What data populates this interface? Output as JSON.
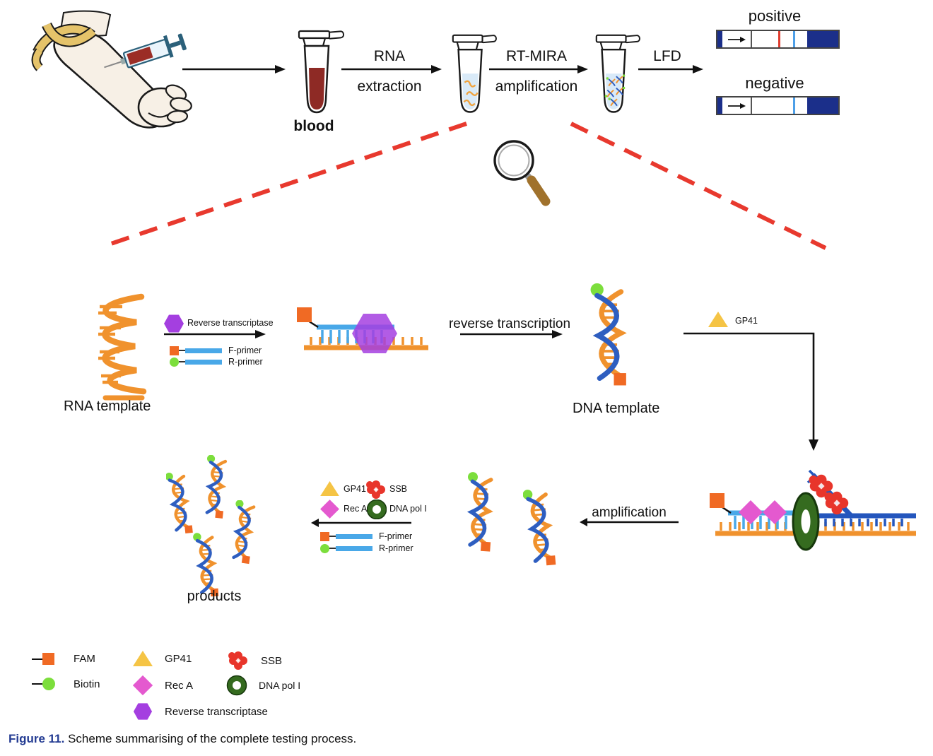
{
  "top_row": {
    "blood_label": "blood",
    "step1_top": "RNA",
    "step1_bottom": "extraction",
    "step2_top": "RT-MIRA",
    "step2_bottom": "amplification",
    "step3_top": "LFD",
    "positive_label": "positive",
    "negative_label": "negative"
  },
  "rt_step": {
    "enzyme_label": "Reverse transcriptase",
    "f_primer_label": "F-primer",
    "r_primer_label": "R-primer"
  },
  "middle_row": {
    "rna_template_label": "RNA template",
    "reverse_transcription_label": "reverse transcription",
    "dna_template_label": "DNA template",
    "gp41_label": "GP41"
  },
  "amp_step": {
    "gp41_label": "GP41",
    "ssb_label": "SSB",
    "rec_a_label": "Rec A",
    "dna_pol_label": "DNA pol I",
    "f_primer_label": "F-primer",
    "r_primer_label": "R-primer",
    "amplification_label": "amplification",
    "products_label": "products"
  },
  "legend": {
    "fam": "FAM",
    "biotin": "Biotin",
    "gp41": "GP41",
    "rec_a": "Rec A",
    "reverse_transcriptase": "Reverse transcriptase",
    "ssb": "SSB",
    "dna_pol": "DNA pol I"
  },
  "caption": {
    "figure_label": "Figure 11.",
    "text": " Scheme summarising of the complete testing process."
  },
  "colors": {
    "fam_orange": "#F06A24",
    "strand_orange": "#F0922D",
    "primer_light_blue": "#49A8E8",
    "strand_blue": "#2E5EC0",
    "strand_dark_blue": "#2456BD",
    "biotin_green": "#7CDE3C",
    "gp41_yellow": "#F5C445",
    "rec_a_magenta": "#E459CF",
    "rt_purple": "#A43FE0",
    "ssb_red": "#E8352B",
    "dna_pol_green": "#356B1F",
    "lfd_dark_blue": "#1B2F8A",
    "dashed_red": "#E8392E",
    "blood_red": "#8E2A25",
    "caption_blue": "#233B92"
  }
}
